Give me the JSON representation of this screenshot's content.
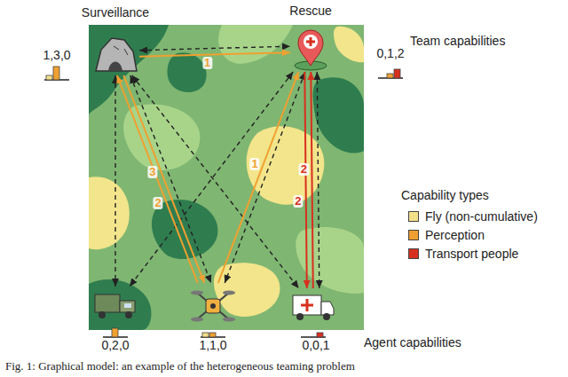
{
  "diagram": {
    "caption": "Fig. 1: Graphical model: an example of the heterogeneous teaming problem",
    "nodes": [
      {
        "text": [
          "Surveillance",
          "1,3,0"
        ]
      },
      {
        "text": [
          "Rescue",
          "0,1,2"
        ]
      },
      {
        "text": [
          "0,2,0"
        ]
      },
      {
        "text": [
          "1,1,0"
        ]
      },
      {
        "text": [
          "0,0,1"
        ]
      }
    ],
    "edges": [
      {
        "from": 0,
        "to": 1,
        "arrow": "both"
      },
      {
        "from": 0,
        "to": 2,
        "arrow": "both"
      },
      {
        "from": 0,
        "to": 3,
        "arrow": "both"
      },
      {
        "from": 0,
        "to": 4,
        "arrow": "both"
      },
      {
        "from": 1,
        "to": 2,
        "arrow": "both"
      },
      {
        "from": 1,
        "to": 3,
        "arrow": "both"
      },
      {
        "from": 1,
        "to": 4,
        "arrow": "both"
      },
      {
        "from": 0,
        "to": 1,
        "label": "1",
        "arrow": "to"
      },
      {
        "from": 3,
        "to": 1,
        "label": "1",
        "arrow": "to"
      },
      {
        "from": 0,
        "to": 3,
        "label": "3",
        "arrow": "to"
      },
      {
        "from": 3,
        "to": 0,
        "label": "2",
        "arrow": "to"
      },
      {
        "from": 4,
        "to": 1,
        "label": "2",
        "arrow": "to"
      },
      {
        "from": 1,
        "to": 4,
        "label": "2",
        "arrow": "to"
      }
    ],
    "labels": [
      "Team capabilities",
      "Capability types",
      "Agent capabilities"
    ],
    "legend": [
      {
        "text": "Fly (non-cumulative)",
        "color": "#f5e08a"
      },
      {
        "text": "Perception",
        "color": "#f0a030"
      },
      {
        "text": "Transport people",
        "color": "#d8301f"
      }
    ]
  }
}
